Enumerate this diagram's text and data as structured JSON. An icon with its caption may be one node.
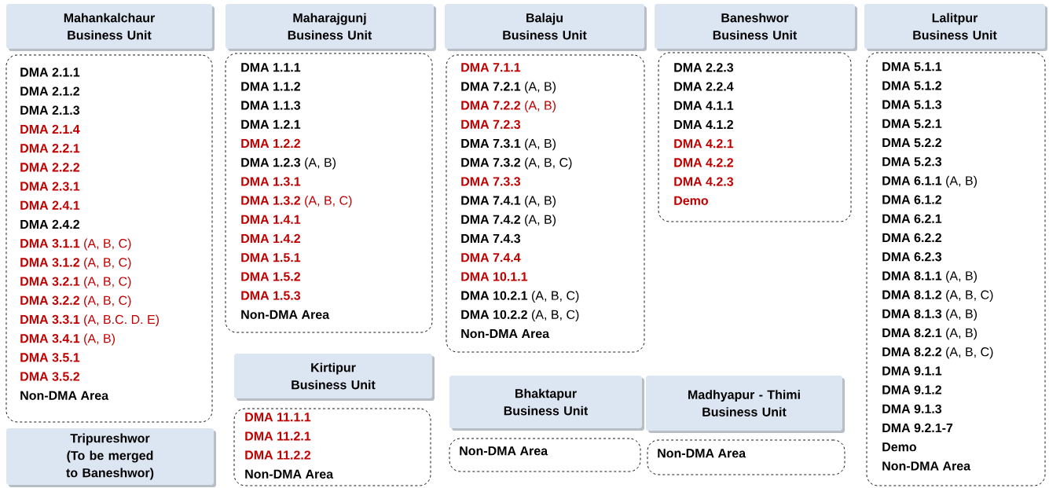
{
  "diagram": {
    "nodes": [
      {
        "text": [
          "Mahankalchaur Business Unit"
        ]
      },
      {
        "text": [
          "DMA 2.1.1",
          "DMA 2.1.2",
          "DMA 2.1.3",
          "DMA 2.1.4",
          "DMA 2.2.1",
          "DMA 2.2.2",
          "DMA 2.3.1",
          "DMA 2.4.1",
          "DMA 2.4.2",
          "**DMA 3.1.1** (A, B, C)",
          "**DMA 3.1.2** (A, B, C)",
          "**DMA 3.2.1** (A, B, C)",
          "**DMA 3.2.2** (A, B, C)",
          "**DMA 3.3.1** (A, B.C. D. E)",
          "**DMA 3.4.1** (A, B)",
          "DMA 3.5.1",
          "DMA 3.5.2",
          "Non-DMA Area"
        ]
      },
      {
        "text": [
          "Maharajgunj Business Unit"
        ]
      },
      {
        "text": [
          "DMA 1.1.1",
          "DMA 1.1.2",
          "DMA 1.1.3",
          "DMA 1.2.1",
          "DMA 1.2.2",
          "**DMA 1.2.3** (A, B)",
          "DMA 1.3.1",
          "**DMA 1.3.2** (A, B, C)",
          "DMA 1.4.1",
          "DMA 1.4.2",
          "DMA 1.5.1",
          "DMA 1.5.2",
          "DMA 1.5.3",
          "Non-DMA Area"
        ]
      },
      {
        "text": [
          "Balaju Business Unit"
        ]
      },
      {
        "text": [
          "DMA 7.1.1",
          "**DMA 7.2.1** (A, B)",
          "**DMA 7.2.2** (A, B)",
          "DMA 7.2.3",
          "**DMA 7.3.1** (A, B)",
          "**DMA 7.3.2** (A, B, C)",
          "DMA 7.3.3",
          "**DMA 7.4.1** (A, B)",
          "**DMA 7.4.2** (A, B)",
          "DMA 7.4.3",
          "DMA 7.4.4",
          "DMA 10.1.1",
          "**DMA 10.2.1** (A, B, C)",
          "**DMA 10.2.2** (A, B, C)",
          "Non-DMA Area"
        ]
      },
      {
        "text": [
          "Baneshwor Business Unit"
        ]
      },
      {
        "text": [
          "DMA 2.2.3",
          "DMA 2.2.4",
          "DMA 4.1.1",
          "DMA 4.1.2",
          "DMA 4.2.1",
          "DMA 4.2.2",
          "DMA 4.2.3",
          "Demo"
        ]
      },
      {
        "text": [
          "Lalitpur Business Unit"
        ]
      },
      {
        "text": [
          "DMA 5.1.1",
          "DMA 5.1.2",
          "DMA 5.1.3",
          "DMA 5.2.1",
          "DMA 5.2.2",
          "DMA 5.2.3",
          "**DMA 6.1.1** (A, B)",
          "DMA 6.1.2",
          "DMA 6.2.1",
          "DMA 6.2.2",
          "DMA 6.2.3",
          "**DMA 8.1.1** (A, B)",
          "**DMA 8.1.2** (A, B, C)",
          "**DMA 8.1.3** (A, B)",
          "**DMA 8.2.1** (A, B)",
          "**DMA 8.2.2** (A, B, C)",
          "DMA 9.1.1",
          "DMA 9.1.2",
          "DMA 9.1.3",
          "DMA 9.2.1-7",
          "Demo",
          "Non-DMA Area"
        ]
      },
      {
        "text": [
          "Tripureshwor",
          "(To be merged to Baneshwor)"
        ]
      },
      {
        "text": [
          "Kirtipur Business Unit"
        ]
      },
      {
        "text": [
          "DMA 11.1.1",
          "DMA 11.2.1",
          "DMA 11.2.2",
          "Non-DMA Area"
        ]
      },
      {
        "text": [
          "Bhaktapur Business Unit"
        ]
      },
      {
        "text": [
          "Non-DMA Area"
        ]
      },
      {
        "text": [
          "Madhyapur - Thimi Business Unit"
        ]
      },
      {
        "text": [
          "Non-DMA Area"
        ]
      }
    ]
  }
}
